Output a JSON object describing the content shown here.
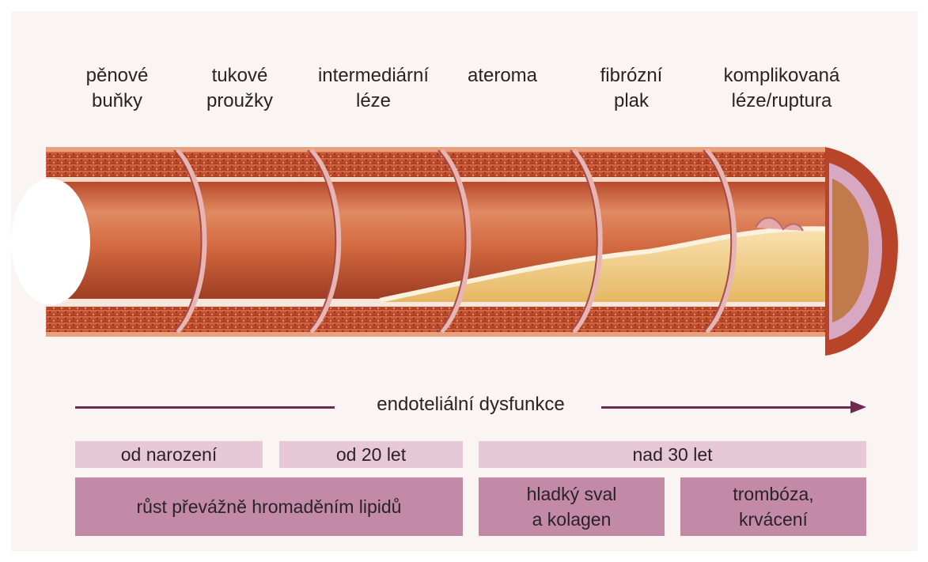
{
  "stages": [
    {
      "label": "pěnové\nbuňky"
    },
    {
      "label": "tukové\nproužky"
    },
    {
      "label": "intermediární\nléze"
    },
    {
      "label": "ateroma"
    },
    {
      "label": "fibrózní\nplak"
    },
    {
      "label": "komplikovaná\nléze/ruptura"
    }
  ],
  "timeline": {
    "arrow_label": "endoteliální dysfunkce"
  },
  "age_bands": [
    {
      "label": "od narození"
    },
    {
      "label": "od 20 let"
    },
    {
      "label": "nad 30 let"
    }
  ],
  "mechanisms": [
    {
      "label": "růst převážně hromaděním lipidů"
    },
    {
      "label": "hladký sval\na kolagen"
    },
    {
      "label": "trombóza,\nkrvácení"
    }
  ],
  "colors": {
    "arrow": "#6e2a4f",
    "light_band": "#e7c8d6",
    "dark_band": "#c28aa6",
    "vessel_wall": "#c4502e",
    "lumen": "#d96a44",
    "plaque": "#f0c77a"
  }
}
